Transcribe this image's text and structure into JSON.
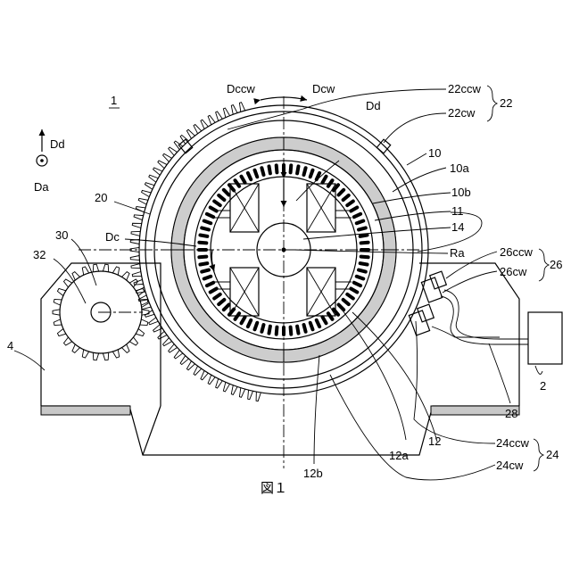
{
  "figure": {
    "caption": "図１",
    "ref_main": "1"
  },
  "directions": {
    "dccw": "Dccw",
    "dcw": "Dcw",
    "dd_axis": "Dd",
    "da_axis": "Da",
    "dd_rotor": "Dd",
    "dc": "Dc"
  },
  "labels": {
    "l22ccw": "22ccw",
    "l22cw": "22cw",
    "l22": "22",
    "l10": "10",
    "l10a": "10a",
    "l10b": "10b",
    "l11": "11",
    "l14": "14",
    "lRa": "Ra",
    "l26ccw": "26ccw",
    "l26cw": "26cw",
    "l26": "26",
    "l20": "20",
    "l30": "30",
    "l32": "32",
    "l4": "4",
    "l2": "2",
    "l28": "28",
    "l24ccw": "24ccw",
    "l24cw": "24cw",
    "l24": "24",
    "l12": "12",
    "l12a": "12a",
    "l12b": "12b"
  }
}
